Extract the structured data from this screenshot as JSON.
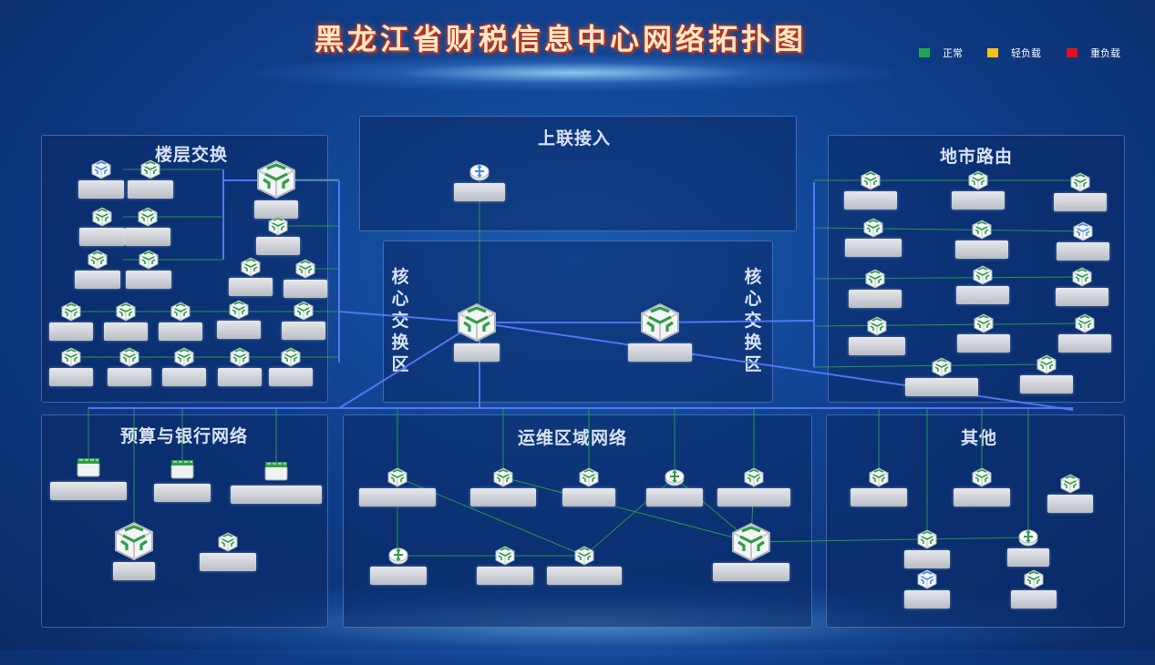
{
  "title": "黑龙江省财税信息中心网络拓扑图",
  "legend": [
    {
      "label": "正常",
      "color": "#1fa84f"
    },
    {
      "label": "轻负载",
      "color": "#f2c318"
    },
    {
      "label": "重负载",
      "color": "#e3101b"
    }
  ],
  "panels": {
    "floor": "楼层交换",
    "uplink": "上联接入",
    "city": "地市路由",
    "core_left": "核心交换区",
    "core_right": "核心交换区",
    "budget": "预算与银行网络",
    "ops": "运维区域网络",
    "other": "其他"
  },
  "icon_types": {
    "switch": "switch-icon",
    "core_switch": "core-switch-icon",
    "router": "router-icon",
    "firewall": "firewall-icon"
  },
  "colors": {
    "link_blue": "#5a7bff",
    "link_green": "#2aa84a",
    "device_green": "#2f9e44",
    "device_blue": "#3f8fe0"
  }
}
